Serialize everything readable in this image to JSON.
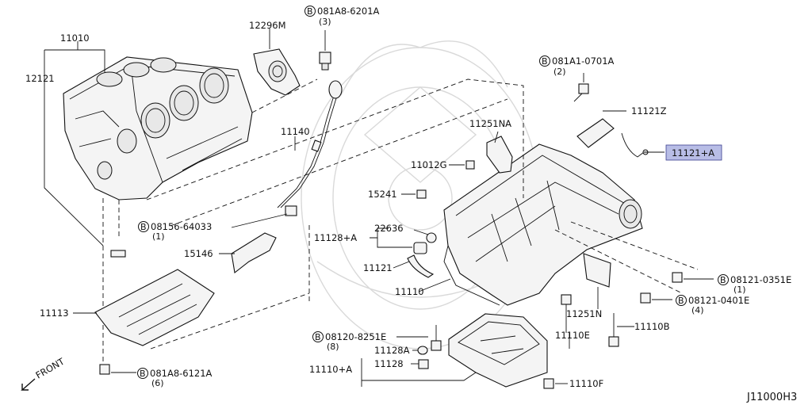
{
  "diagram_code": "J11000H3",
  "direction_label": "FRONT",
  "bolt_marker": "B",
  "highlight_color": "#b8bde6",
  "labels": {
    "p11010": "11010",
    "p12121": "12121",
    "p12296M": "12296M",
    "p11140": "11140",
    "p15146": "15146",
    "p11113": "11113",
    "p11251NA": "11251NA",
    "p11121Z": "11121Z",
    "p11121A_hl": "11121+A",
    "p11012G": "11012G",
    "p15241": "15241",
    "p11128A_group": "11128+A",
    "p22636": "22636",
    "p11121": "11121",
    "p11110": "11110",
    "p11251N": "11251N",
    "p11110E": "11110E",
    "p11110B": "11110B",
    "p11128A": "11128A",
    "p11128": "11128",
    "p11110A": "11110+A",
    "p11110F": "11110F"
  },
  "bolts": {
    "b1": {
      "code": "081A8-6201A",
      "qty": "(3)"
    },
    "b2": {
      "code": "081A1-0701A",
      "qty": "(2)"
    },
    "b3": {
      "code": "08156-64033",
      "qty": "(1)"
    },
    "b4": {
      "code": "08121-0351E",
      "qty": "(1)"
    },
    "b5": {
      "code": "08121-0401E",
      "qty": "(4)"
    },
    "b6": {
      "code": "08120-8251E",
      "qty": "(8)"
    },
    "b7": {
      "code": "081A8-6121A",
      "qty": "(6)"
    }
  }
}
